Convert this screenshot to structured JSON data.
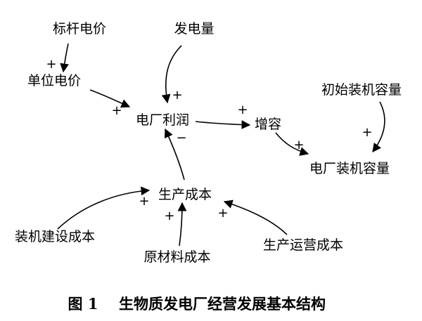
{
  "nodes": {
    "benchmark_price": "标杆电价",
    "generation": "发电量",
    "unit_price": "单位电价",
    "initial_capacity": "初始装机容量",
    "plant_profit": "电厂利润",
    "capacity_increase": "增容",
    "installed_capacity": "电厂装机容量",
    "production_cost": "生产成本",
    "install_cost": "装机建设成本",
    "raw_material_cost": "原材料成本",
    "operation_cost": "生产运营成本"
  },
  "signs": {
    "benchmark_to_unit": "+",
    "generation_to_profit": "+",
    "unit_to_profit": "+",
    "cost_to_profit": "−",
    "profit_to_increase": "+",
    "initial_to_capacity": "+",
    "increase_to_capacity": "+",
    "install_to_cost": "+",
    "raw_to_cost": "+",
    "operation_to_cost": "+"
  },
  "caption": {
    "figure_no": "图 1",
    "title": "生物质发电厂经营发展基本结构"
  }
}
